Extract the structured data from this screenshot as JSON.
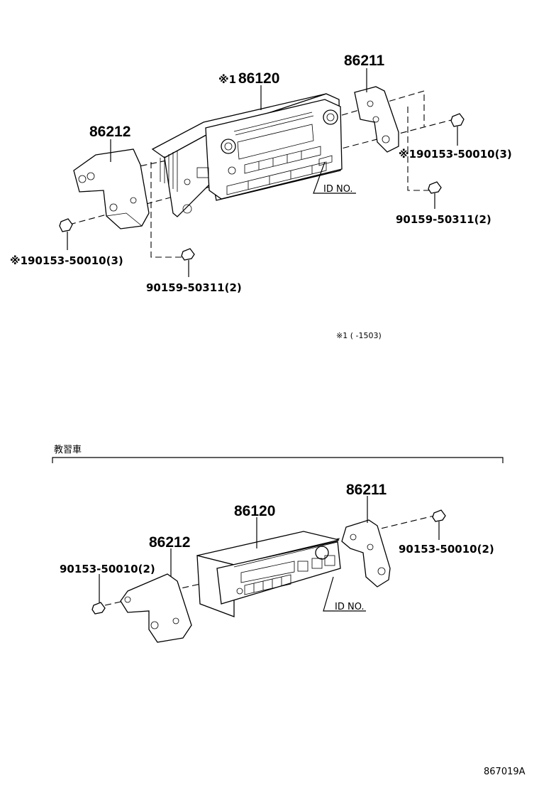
{
  "top_section": {
    "radio_part_mark": "※1",
    "radio_part": "86120",
    "bracket_right": "86211",
    "bracket_left": "86212",
    "screw_right_upper": "※190153-50010(3)",
    "screw_right_lower": "90159-50311(2)",
    "screw_left_upper": "※190153-50010(3)",
    "screw_left_lower": "90159-50311(2)",
    "id_label": "ID NO.",
    "footnote": "※1 (      -1503)"
  },
  "bottom_section": {
    "title": "教習車",
    "radio_part": "86120",
    "bracket_right": "86211",
    "bracket_left": "86212",
    "screw_left": "90153-50010(2)",
    "screw_right": "90153-50010(2)",
    "id_label": "ID NO."
  },
  "diagram_code": "867019A"
}
